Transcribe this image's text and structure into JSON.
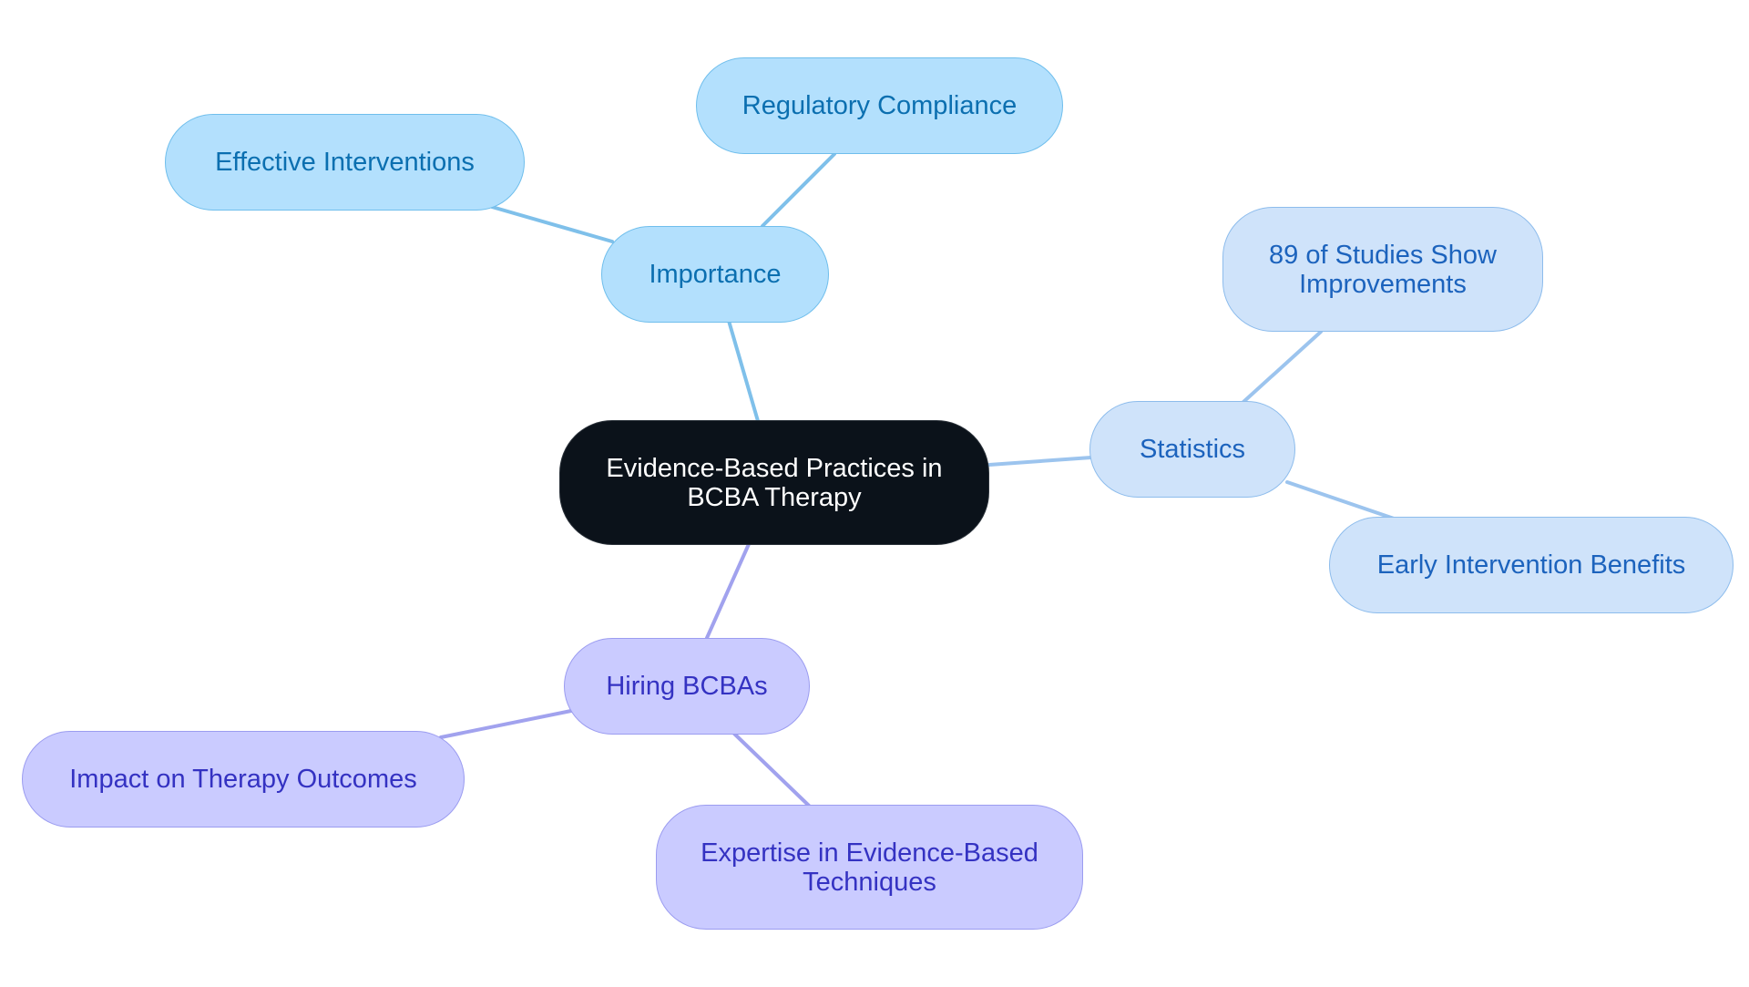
{
  "diagram": {
    "type": "mind-map",
    "center": {
      "label": "Evidence-Based Practices in BCBA Therapy"
    },
    "branches": [
      {
        "label": "Importance",
        "color": "#b3e0fd",
        "edge_color": "#7fc0ea",
        "children": [
          {
            "label": "Effective Interventions"
          },
          {
            "label": "Regulatory Compliance"
          }
        ]
      },
      {
        "label": "Statistics",
        "color": "#cfe3fa",
        "edge_color": "#9cc4ee",
        "children": [
          {
            "label": "89 of Studies Show Improvements"
          },
          {
            "label": "Early Intervention Benefits"
          }
        ]
      },
      {
        "label": "Hiring BCBAs",
        "color": "#cacbff",
        "edge_color": "#a1a2ee",
        "children": [
          {
            "label": "Impact on Therapy Outcomes"
          },
          {
            "label": "Expertise in Evidence-Based Techniques"
          }
        ]
      }
    ]
  }
}
